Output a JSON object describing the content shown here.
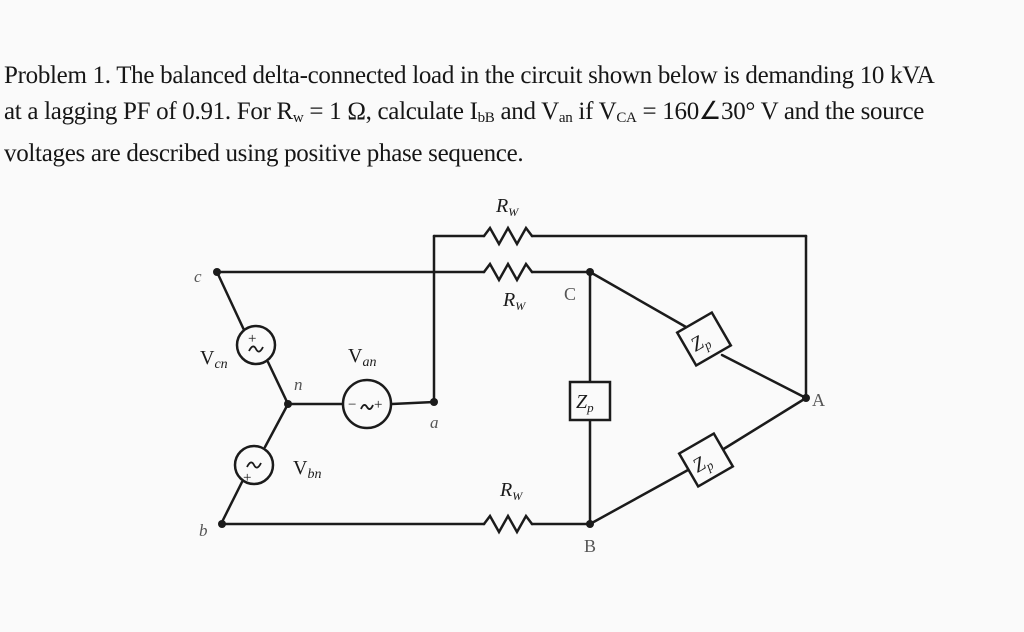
{
  "problem": {
    "line1": "Problem 1. The balanced delta-connected load in the circuit shown below is demanding 10 kVA",
    "line2_a": "at a lagging PF of 0.91. For R",
    "line2_rw_sub": "w",
    "line2_b": " = 1 Ω, calculate I",
    "line2_ibb_sub": "bB",
    "line2_c": " and V",
    "line2_van_sub": "an",
    "line2_d": " if V",
    "line2_vca_sub": "CA",
    "line2_e": " =  160∠30° V and the source",
    "line3": "voltages are described using positive phase sequence."
  },
  "circuit": {
    "node_c": "c",
    "node_b": "b",
    "node_n": "n",
    "node_a": "a",
    "node_C": "C",
    "node_A": "A",
    "node_B": "B",
    "vcn": "V",
    "vcn_sub": "cn",
    "van": "V",
    "van_sub": "an",
    "vbn": "V",
    "vbn_sub": "bn",
    "rw_main": "R",
    "rw_sub": "W",
    "zp_main": "Z",
    "zp_sub": "p",
    "source_plus": "+",
    "source_minus": "−"
  }
}
